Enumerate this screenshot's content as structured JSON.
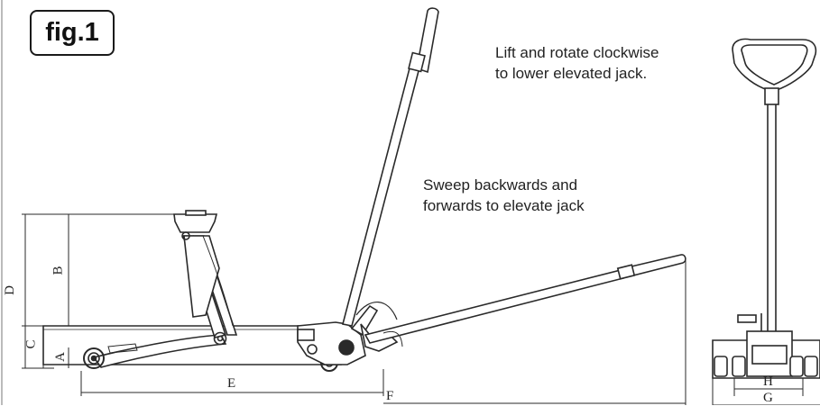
{
  "figure": {
    "label": "fig.1"
  },
  "notes": {
    "lower_instruction": [
      "Lift and rotate clockwise",
      "to lower elevated jack."
    ],
    "elevate_instruction": [
      "Sweep backwards and",
      "forwards to elevate jack"
    ]
  },
  "dimensions": {
    "A": "A",
    "B": "B",
    "C": "C",
    "D": "D",
    "E": "E",
    "F": "F",
    "G": "G",
    "H": "H"
  },
  "colors": {
    "line": "#2a2a2a",
    "background": "#ffffff"
  }
}
